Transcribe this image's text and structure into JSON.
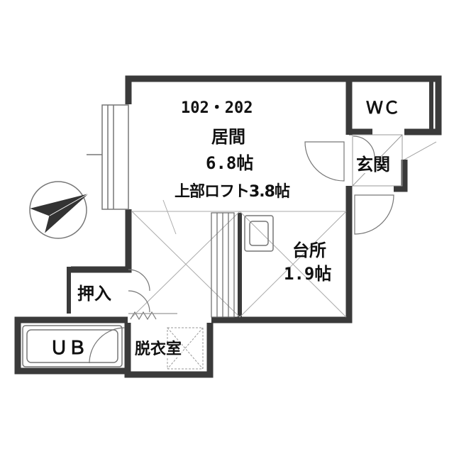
{
  "unit_label": "102・202",
  "rooms": {
    "living": {
      "name": "居間",
      "size": "6.8帖"
    },
    "loft": {
      "label": "上部ロフト3.8帖"
    },
    "kitchen": {
      "name": "台所",
      "size": "1.9帖"
    },
    "wc": {
      "name": "ＷＣ"
    },
    "entrance": {
      "name": "玄関"
    },
    "closet": {
      "name": "押入"
    },
    "bath": {
      "name": "ＵＢ"
    },
    "dressing": {
      "name": "脱衣室"
    }
  },
  "compass": {
    "icon": "north-arrow-icon"
  },
  "colors": {
    "wall": "#3a3a3a",
    "line": "#666666",
    "background": "#ffffff"
  }
}
